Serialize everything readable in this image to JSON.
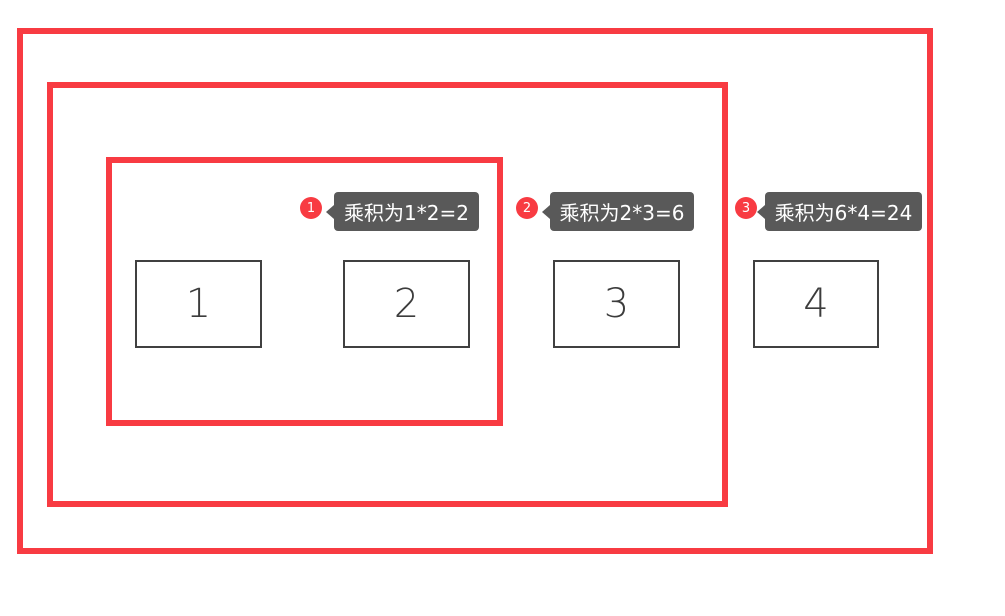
{
  "colors": {
    "frame_red": "#f83b42",
    "tooltip_bg": "#595959",
    "tooltip_text": "#ffffff",
    "box_border": "#404040",
    "box_text": "#3c3c3c",
    "badge_bg": "#f83b42",
    "badge_text": "#ffffff",
    "background": "#ffffff"
  },
  "boxes": [
    {
      "label": "1"
    },
    {
      "label": "2"
    },
    {
      "label": "3"
    },
    {
      "label": "4"
    }
  ],
  "annotations": [
    {
      "badge": "1",
      "text": "乘积为1*2=2"
    },
    {
      "badge": "2",
      "text": "乘积为2*3=6"
    },
    {
      "badge": "3",
      "text": "乘积为6*4=24"
    }
  ]
}
